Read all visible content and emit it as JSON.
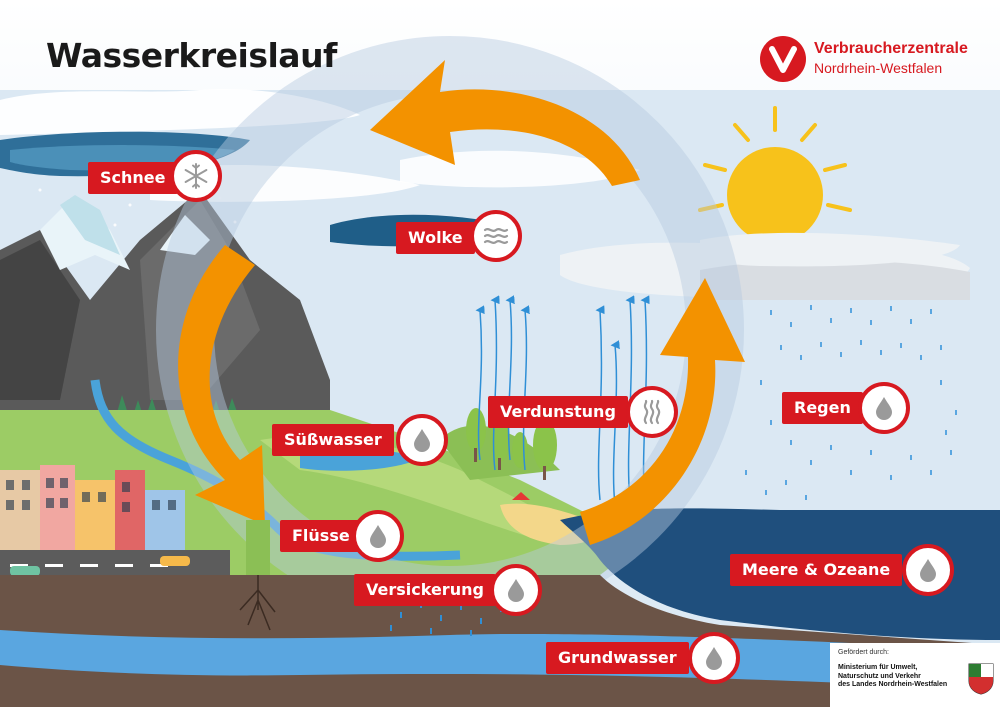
{
  "title": "Wasserkreislauf",
  "logo": {
    "name": "Verbraucherzentrale",
    "region": "Nordrhein-Westfalen"
  },
  "labels": {
    "schnee": "Schnee",
    "wolke": "Wolke",
    "suesswasser": "Süßwasser",
    "verdunstung": "Verdunstung",
    "regen": "Regen",
    "fluesse": "Flüsse",
    "versickerung": "Versickerung",
    "meere": "Meere & Ozeane",
    "grundwasser": "Grundwasser"
  },
  "icons": {
    "schnee": "snowflake-icon",
    "wolke": "wind-waves-icon",
    "suesswasser": "water-drop-icon",
    "verdunstung": "evaporation-icon",
    "regen": "water-drop-icon",
    "fluesse": "water-drop-icon",
    "versickerung": "water-drop-icon",
    "meere": "water-drop-icon",
    "grundwasser": "water-drop-icon"
  },
  "sponsor": {
    "heading": "Gefördert durch:",
    "text": "Ministerium für Umwelt,\nNaturschutz und Verkehr\ndes Landes Nordrhein-Westfalen"
  },
  "colors": {
    "accent_red": "#d71920",
    "arrow_orange": "#f39200",
    "sea": "#1f4f7d",
    "sun": "#f7c21b"
  }
}
